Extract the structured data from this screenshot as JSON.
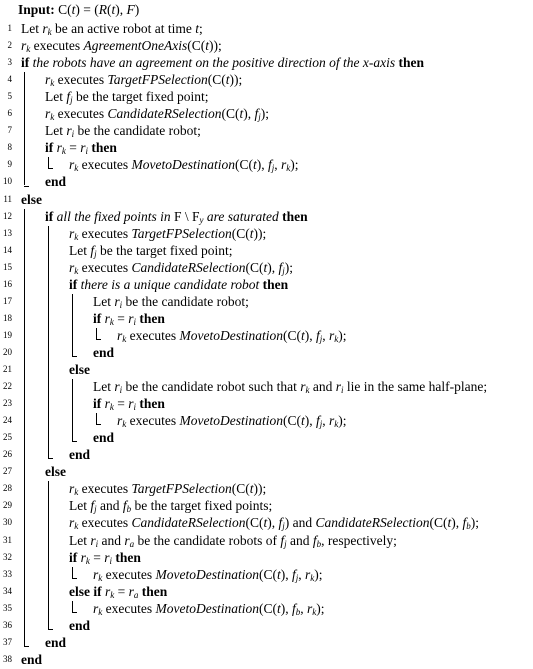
{
  "input": "<b>Input:</b> C(<i>t</i>) = (<i>R</i>(<i>t</i>), <i>F</i>)",
  "lines": [
    {
      "n": "1",
      "indent": 0,
      "html": "Let <i>r</i><sub><i>k</i></sub> be an active robot at time <i>t</i>;"
    },
    {
      "n": "2",
      "indent": 0,
      "html": "<i>r</i><sub><i>k</i></sub> executes <i>AgreementOneAxis</i>(C(<i>t</i>));"
    },
    {
      "n": "3",
      "indent": 0,
      "html": "<b>if</b> <i>the robots have an agreement on the positive direction of the x-axis</i> <b>then</b>"
    },
    {
      "n": "4",
      "indent": 1,
      "html": "<i>r</i><sub><i>k</i></sub> executes <i>TargetFPSelection</i>(C(<i>t</i>));"
    },
    {
      "n": "5",
      "indent": 1,
      "html": "Let <i>f</i><sub><i>j</i></sub> be the target fixed point;"
    },
    {
      "n": "6",
      "indent": 1,
      "html": "<i>r</i><sub><i>k</i></sub> executes <i>CandidateRSelection</i>(C(<i>t</i>), <i>f</i><sub><i>j</i></sub>);"
    },
    {
      "n": "7",
      "indent": 1,
      "html": "Let <i>r</i><sub><i>i</i></sub> be the candidate robot;"
    },
    {
      "n": "8",
      "indent": 1,
      "html": "<b>if</b> <i>r</i><sub><i>k</i></sub> = <i>r</i><sub><i>i</i></sub> <b>then</b>"
    },
    {
      "n": "9",
      "indent": 2,
      "html": "<i>r</i><sub><i>k</i></sub> executes <i>MovetoDestination</i>(C(<i>t</i>), <i>f</i><sub><i>j</i></sub>, <i>r</i><sub><i>k</i></sub>);"
    },
    {
      "n": "10",
      "indent": 1,
      "html": "<b>end</b>"
    },
    {
      "n": "11",
      "indent": 0,
      "html": "<b>else</b>"
    },
    {
      "n": "12",
      "indent": 1,
      "html": "<b>if</b> <i>all the fixed points in</i> F \\ F<sub><i>y</i></sub> <i>are saturated</i> <b>then</b>"
    },
    {
      "n": "13",
      "indent": 2,
      "html": "<i>r</i><sub><i>k</i></sub> executes <i>TargetFPSelection</i>(C(<i>t</i>));"
    },
    {
      "n": "14",
      "indent": 2,
      "html": "Let <i>f</i><sub><i>j</i></sub> be the target fixed point;"
    },
    {
      "n": "15",
      "indent": 2,
      "html": "<i>r</i><sub><i>k</i></sub> executes <i>CandidateRSelection</i>(C(<i>t</i>), <i>f</i><sub><i>j</i></sub>);"
    },
    {
      "n": "16",
      "indent": 2,
      "html": "<b>if</b> <i>there is a unique candidate robot</i> <b>then</b>"
    },
    {
      "n": "17",
      "indent": 3,
      "html": "Let <i>r</i><sub><i>i</i></sub> be the candidate robot;"
    },
    {
      "n": "18",
      "indent": 3,
      "html": "<b>if</b> <i>r</i><sub><i>k</i></sub> = <i>r</i><sub><i>i</i></sub> <b>then</b>"
    },
    {
      "n": "19",
      "indent": 4,
      "html": "<i>r</i><sub><i>k</i></sub> executes <i>MovetoDestination</i>(C(<i>t</i>), <i>f</i><sub><i>j</i></sub>, <i>r</i><sub><i>k</i></sub>);"
    },
    {
      "n": "20",
      "indent": 3,
      "html": "<b>end</b>"
    },
    {
      "n": "21",
      "indent": 2,
      "html": "<b>else</b>"
    },
    {
      "n": "22",
      "indent": 3,
      "html": "Let <i>r</i><sub><i>i</i></sub> be the candidate robot such that <i>r</i><sub><i>k</i></sub> and <i>r</i><sub><i>i</i></sub> lie in the same half-plane;"
    },
    {
      "n": "23",
      "indent": 3,
      "html": "<b>if</b> <i>r</i><sub><i>k</i></sub> = <i>r</i><sub><i>i</i></sub> <b>then</b>"
    },
    {
      "n": "24",
      "indent": 4,
      "html": "<i>r</i><sub><i>k</i></sub> executes <i>MovetoDestination</i>(C(<i>t</i>), <i>f</i><sub><i>j</i></sub>, <i>r</i><sub><i>k</i></sub>);"
    },
    {
      "n": "25",
      "indent": 3,
      "html": "<b>end</b>"
    },
    {
      "n": "26",
      "indent": 2,
      "html": "<b>end</b>"
    },
    {
      "n": "27",
      "indent": 1,
      "html": "<b>else</b>"
    },
    {
      "n": "28",
      "indent": 2,
      "html": "<i>r</i><sub><i>k</i></sub> executes <i>TargetFPSelection</i>(C(<i>t</i>));"
    },
    {
      "n": "29",
      "indent": 2,
      "html": "Let <i>f</i><sub><i>j</i></sub> and <i>f</i><sub><i>b</i></sub> be the target fixed points;"
    },
    {
      "n": "30",
      "indent": 2,
      "html": "<i>r</i><sub><i>k</i></sub> executes <i>CandidateRSelection</i>(C(<i>t</i>), <i>f</i><sub><i>j</i></sub>) and <i>CandidateRSelection</i>(C(<i>t</i>), <i>f</i><sub><i>b</i></sub>);"
    },
    {
      "n": "31",
      "indent": 2,
      "html": "Let <i>r</i><sub><i>i</i></sub> and <i>r</i><sub><i>a</i></sub> be the candidate robots of <i>f</i><sub><i>j</i></sub> and <i>f</i><sub><i>b</i></sub>, respectively;"
    },
    {
      "n": "32",
      "indent": 2,
      "html": "<b>if</b> <i>r</i><sub><i>k</i></sub> = <i>r</i><sub><i>i</i></sub> <b>then</b>"
    },
    {
      "n": "33",
      "indent": 3,
      "html": "<i>r</i><sub><i>k</i></sub> executes <i>MovetoDestination</i>(C(<i>t</i>), <i>f</i><sub><i>j</i></sub>, <i>r</i><sub><i>k</i></sub>);"
    },
    {
      "n": "34",
      "indent": 2,
      "html": "<b>else if</b> <i>r</i><sub><i>k</i></sub> = <i>r</i><sub><i>a</i></sub> <b>then</b>"
    },
    {
      "n": "35",
      "indent": 3,
      "html": "<i>r</i><sub><i>k</i></sub> executes <i>MovetoDestination</i>(C(<i>t</i>), <i>f</i><sub><i>b</i></sub>, <i>r</i><sub><i>k</i></sub>);"
    },
    {
      "n": "36",
      "indent": 2,
      "html": "<b>end</b>"
    },
    {
      "n": "37",
      "indent": 1,
      "html": "<b>end</b>"
    },
    {
      "n": "38",
      "indent": 0,
      "html": "<b>end</b>"
    }
  ]
}
